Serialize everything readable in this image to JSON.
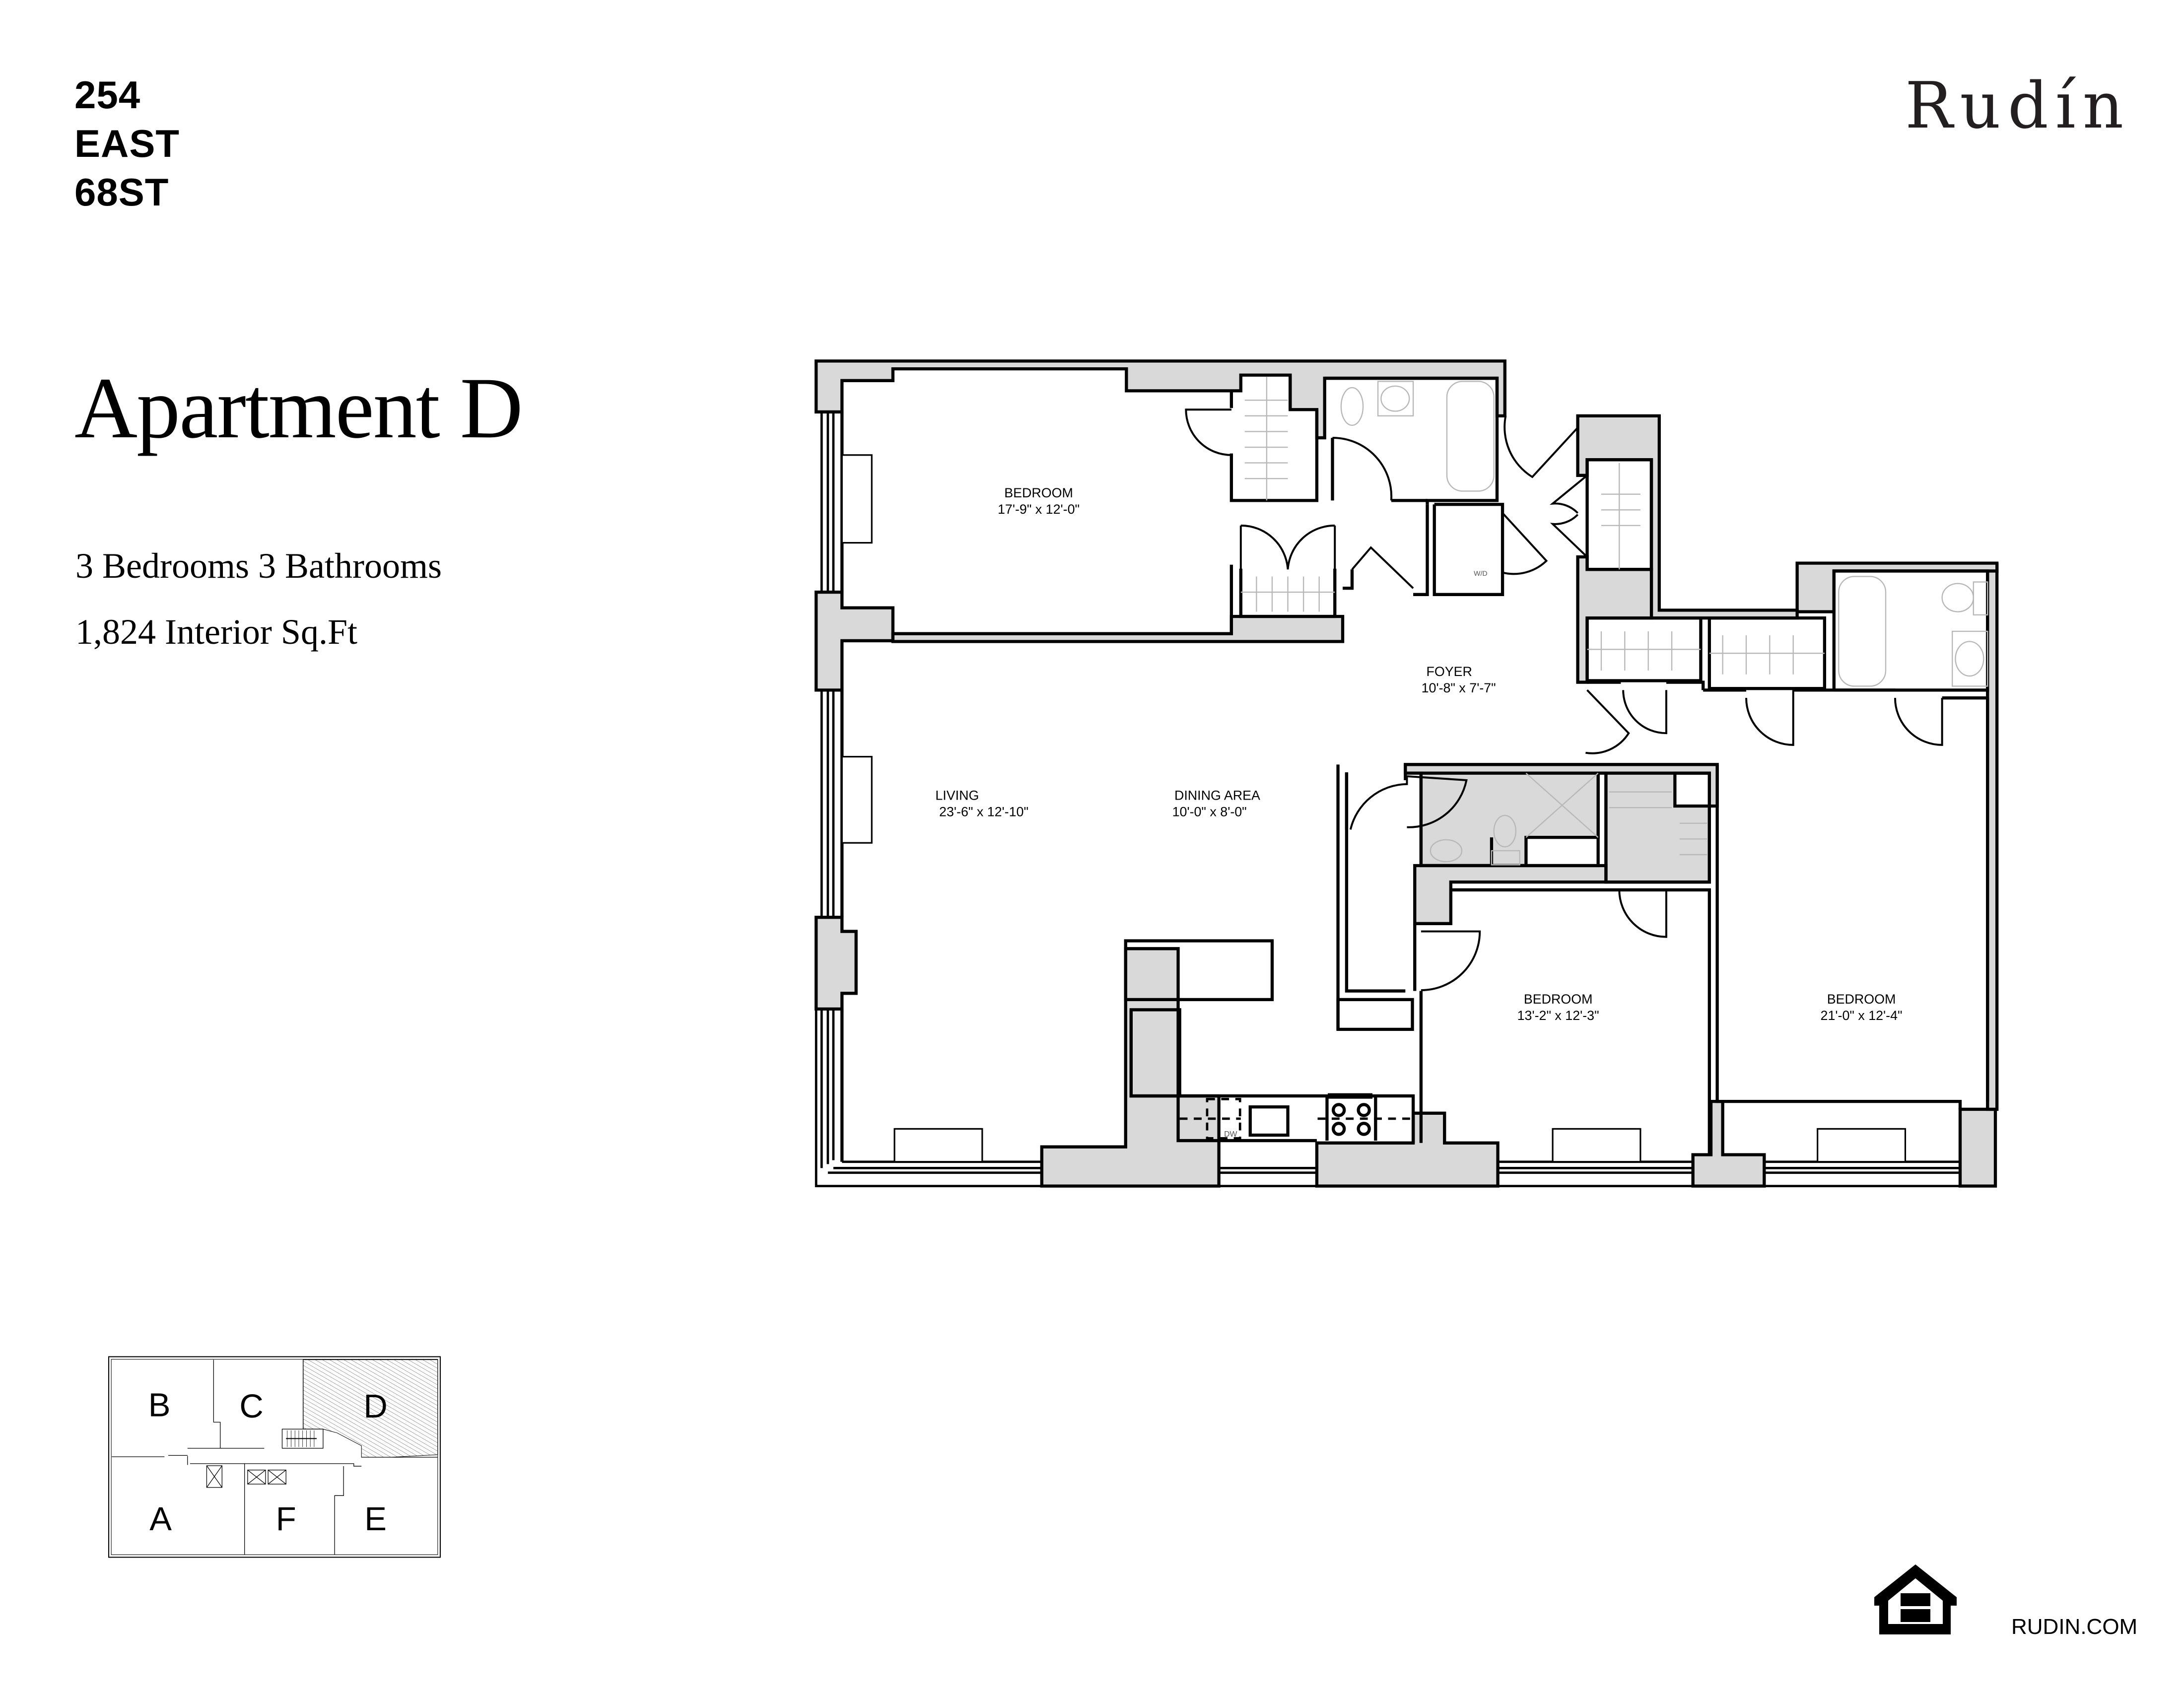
{
  "building": {
    "address_lines": [
      "254",
      "EAST",
      "68ST"
    ]
  },
  "brand": {
    "logo_text": "Rudín",
    "website": "RUDIN.COM",
    "equal_housing_icon": "equal-housing-opportunity-icon"
  },
  "unit": {
    "title": "Apartment D",
    "bed_bath": "3 Bedrooms 3 Bathrooms",
    "area": "1,824 Interior Sq.Ft"
  },
  "floor_plan": {
    "rooms": [
      {
        "name": "BEDROOM",
        "dims": "17'-9\" x 12'-0\""
      },
      {
        "name": "FOYER",
        "dims": "10'-8\" x 7'-7\""
      },
      {
        "name": "LIVING",
        "dims": "23'-6\" x 12'-10\""
      },
      {
        "name": "DINING AREA",
        "dims": "10'-0\" x 8'-0\""
      },
      {
        "name": "BEDROOM",
        "dims": "13'-2\" x 12'-3\""
      },
      {
        "name": "BEDROOM",
        "dims": "21'-0\" x 12'-4\""
      }
    ],
    "fixture_labels": {
      "washer_dryer": "W/D",
      "dishwasher": "DW"
    },
    "colors": {
      "wall_fill": "#d9d9d9",
      "line": "#000000",
      "fixture_line": "#b8b8b8"
    }
  },
  "key_plan": {
    "units": [
      "B",
      "C",
      "D",
      "A",
      "F",
      "E"
    ],
    "highlighted": "D"
  }
}
